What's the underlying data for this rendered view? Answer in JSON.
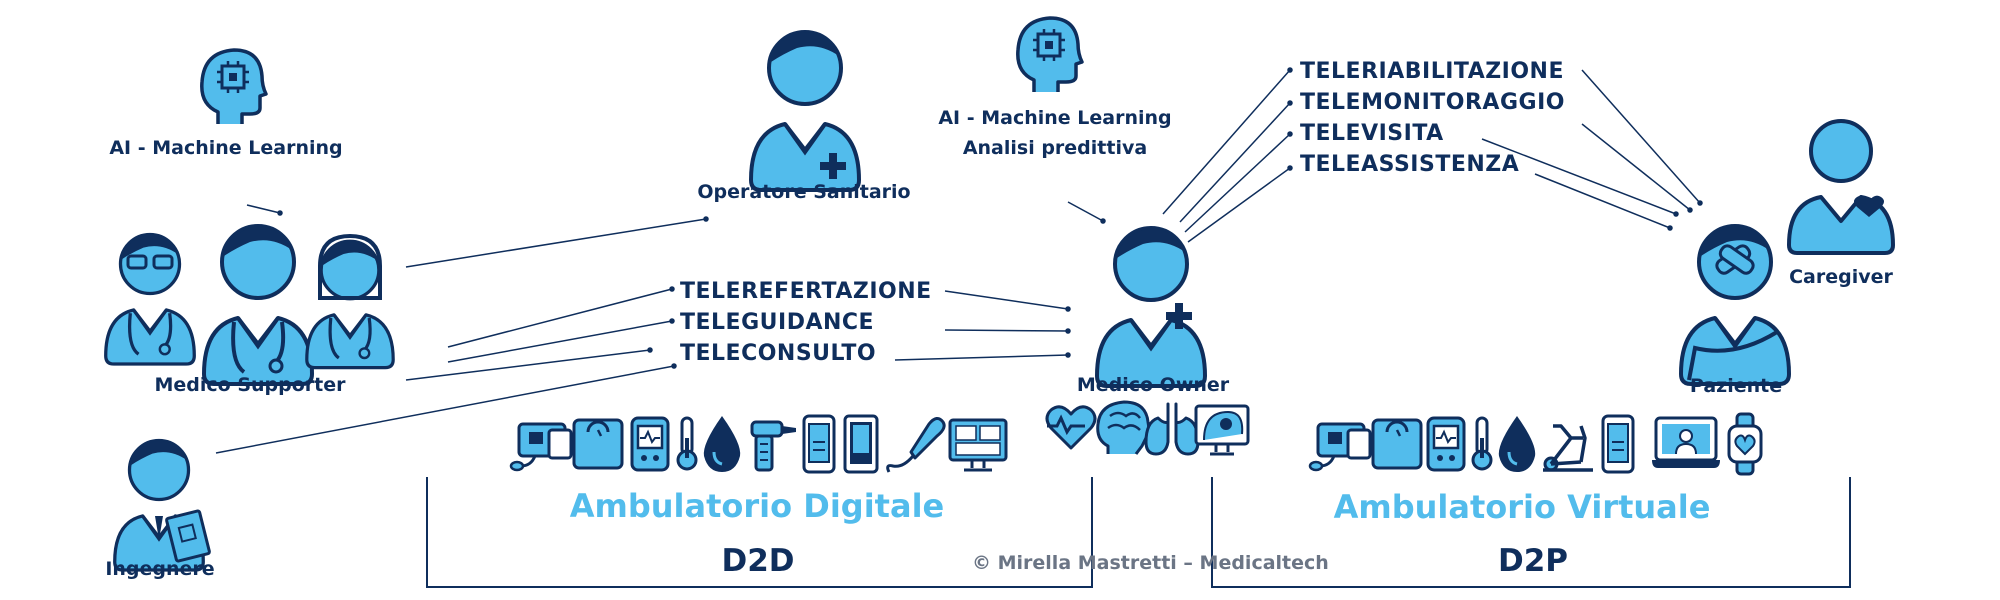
{
  "labels": {
    "ai_left": "AI - Machine Learning",
    "operatore": "Operatore Sanitario",
    "ai_center_line1": "AI - Machine Learning",
    "ai_center_line2": "Analisi predittiva",
    "medico_supporter": "Medico Supporter",
    "ingegnere": "Ingegnere",
    "medico_owner": "Medico Owner",
    "paziente": "Paziente",
    "caregiver": "Caregiver"
  },
  "services_d2d": [
    "TELEREFERTAZIONE",
    "TELEGUIDANCE",
    "TELECONSULTO"
  ],
  "services_d2p": [
    "TELERIABILITAZIONE",
    "TELEMONITORAGGIO",
    "TELEVISITA",
    "TELEASSISTENZA"
  ],
  "sections": {
    "digitale": "Ambulatorio Digitale",
    "virtuale": "Ambulatorio Virtuale",
    "d2d": "D2D",
    "d2p": "D2P"
  },
  "copyright": "© Mirella Mastretti – Medicaltech",
  "colors": {
    "blue": "#52bcec",
    "navy": "#0f2e5c",
    "gray": "#6b7585"
  },
  "icons": {
    "people": [
      "doctor-glasses-icon",
      "doctor-female-icon",
      "doctor-icon",
      "operatore-icon",
      "medico-owner-icon",
      "ingegnere-icon",
      "paziente-icon",
      "caregiver-icon"
    ],
    "ai": [
      "ai-head-icon"
    ],
    "devices_d2d": [
      "blood-pressure-monitor-icon",
      "scale-icon",
      "ecg-monitor-icon",
      "thermometer-icon",
      "blood-drop-icon",
      "otoscope-icon",
      "smartphone-icon",
      "tablet-icon",
      "ultrasound-probe-icon",
      "monitor-icon"
    ],
    "owner_specialties": [
      "heart-rate-icon",
      "brain-icon",
      "lungs-icon",
      "fetus-monitor-icon"
    ],
    "devices_d2p": [
      "blood-pressure-monitor-icon",
      "scale-icon",
      "ecg-monitor-icon",
      "thermometer-icon",
      "blood-drop-icon",
      "exercise-bike-icon",
      "smartphone-icon",
      "laptop-doctor-icon",
      "smartwatch-icon"
    ]
  }
}
